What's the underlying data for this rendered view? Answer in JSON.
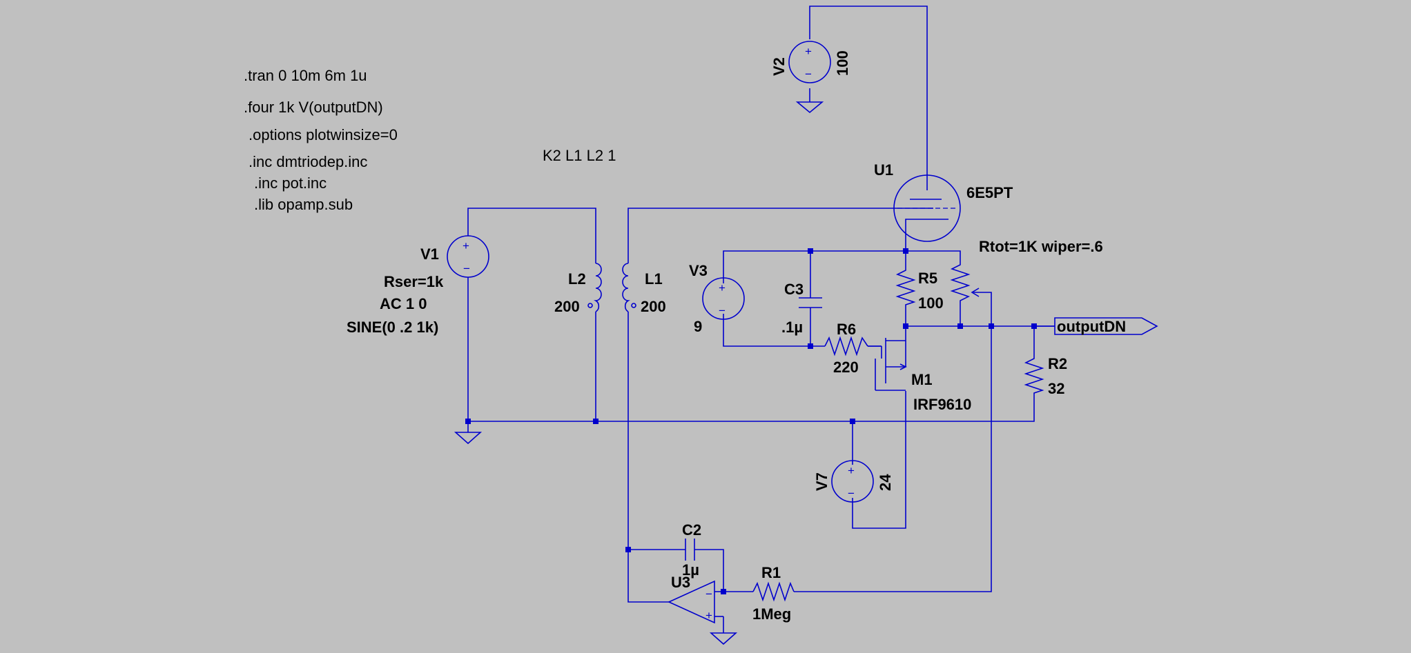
{
  "directives": [
    ".tran 0 10m 6m 1u",
    ".four 1k V(outputDN)",
    ".options plotwinsize=0",
    ".inc dmtriodep.inc",
    ".inc pot.inc",
    ".lib opamp.sub"
  ],
  "coupling": "K2 L1 L2 1",
  "components": {
    "V1": {
      "name": "V1",
      "p1": "Rser=1k",
      "p2": "AC 1 0",
      "p3": "SINE(0 .2 1k)"
    },
    "V2": {
      "name": "V2",
      "value": "100"
    },
    "V3": {
      "name": "V3",
      "value": "9"
    },
    "V7": {
      "name": "V7",
      "value": "24"
    },
    "L1": {
      "name": "L1",
      "value": "200"
    },
    "L2": {
      "name": "L2",
      "value": "200"
    },
    "C2": {
      "name": "C2",
      "value": "1µ"
    },
    "C3": {
      "name": "C3",
      "value": ".1µ"
    },
    "R1": {
      "name": "R1",
      "value": "1Meg"
    },
    "R2": {
      "name": "R2",
      "value": "32"
    },
    "R5": {
      "name": "R5",
      "value": "100"
    },
    "R6": {
      "name": "R6",
      "value": "220"
    },
    "M1": {
      "name": "M1",
      "value": "IRF9610"
    },
    "U1": {
      "name": "U1",
      "value": "6E5PT"
    },
    "U3": {
      "name": "U3"
    },
    "pot": {
      "params": "Rtot=1K wiper=.6"
    }
  },
  "net_label": "outputDN",
  "symbols": {
    "plus": "+",
    "minus": "−"
  }
}
